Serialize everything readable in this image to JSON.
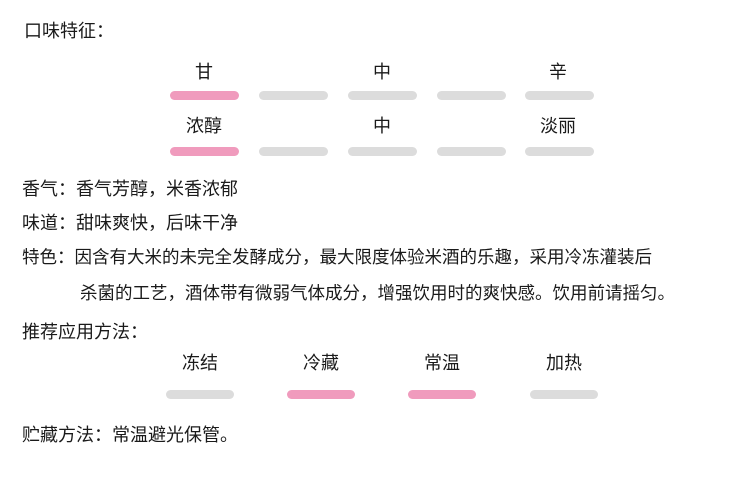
{
  "taste": {
    "title": "口味特征：",
    "rows": [
      {
        "labels": [
          "甘",
          "中",
          "辛"
        ],
        "level_index": 0,
        "level_count": 5
      },
      {
        "labels": [
          "浓醇",
          "中",
          "淡丽"
        ],
        "level_index": 0,
        "level_count": 5
      }
    ]
  },
  "aroma": {
    "label": "香气：",
    "value": "香气芳醇，米香浓郁"
  },
  "flavor": {
    "label": "味道：",
    "value": "甜味爽快，后味干净"
  },
  "feature": {
    "label": "特色：",
    "line1": "因含有大米的未完全发酵成分，最大限度体验米酒的乐趣，采用冷冻灌装后",
    "line2": "杀菌的工艺，酒体带有微弱气体成分，增强饮用时的爽快感。饮用前请摇匀。"
  },
  "usage": {
    "title": "推荐应用方法：",
    "options": [
      {
        "label": "冻结",
        "selected": false
      },
      {
        "label": "冷藏",
        "selected": true
      },
      {
        "label": "常温",
        "selected": true
      },
      {
        "label": "加热",
        "selected": false
      }
    ]
  },
  "storage": {
    "label": "贮藏方法：",
    "value": "常温避光保管。"
  },
  "colors": {
    "active": "#f09bbd",
    "inactive": "#dcdcdc",
    "text": "#1a1a1a"
  }
}
